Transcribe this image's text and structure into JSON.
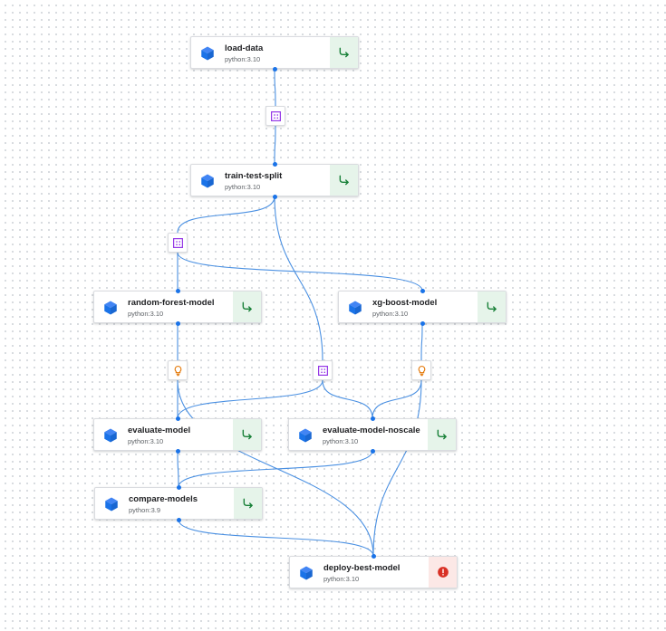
{
  "colors": {
    "edge": "#4a90e2",
    "accent": "#1a73e8",
    "success": "#188038",
    "success_bg": "#e6f4ea",
    "error": "#d93025",
    "error_bg": "#fce8e6",
    "dataset_icon": "#9334e6",
    "metrics_icon": "#e37400"
  },
  "nodes": [
    {
      "key": "load_data",
      "title": "load-data",
      "subtitle": "python:3.10",
      "status": "succeeded",
      "status_icon": "success-arrow-icon"
    },
    {
      "key": "train_test_split",
      "title": "train-test-split",
      "subtitle": "python:3.10",
      "status": "succeeded",
      "status_icon": "success-arrow-icon"
    },
    {
      "key": "random_forest_model",
      "title": "random-forest-model",
      "subtitle": "python:3.10",
      "status": "succeeded",
      "status_icon": "success-arrow-icon"
    },
    {
      "key": "xg_boost_model",
      "title": "xg-boost-model",
      "subtitle": "python:3.10",
      "status": "succeeded",
      "status_icon": "success-arrow-icon"
    },
    {
      "key": "evaluate_model",
      "title": "evaluate-model",
      "subtitle": "python:3.10",
      "status": "succeeded",
      "status_icon": "success-arrow-icon"
    },
    {
      "key": "evaluate_model_noscale",
      "title": "evaluate-model-noscale",
      "subtitle": "python:3.10",
      "status": "succeeded",
      "status_icon": "success-arrow-icon"
    },
    {
      "key": "compare_models",
      "title": "compare-models",
      "subtitle": "python:3.9",
      "status": "succeeded",
      "status_icon": "success-arrow-icon"
    },
    {
      "key": "deploy_best_model",
      "title": "deploy-best-model",
      "subtitle": "python:3.10",
      "status": "failed",
      "status_icon": "error-icon"
    }
  ],
  "artifacts": [
    {
      "key": "dataset_1",
      "kind": "dataset",
      "icon": "dataset-grid-icon"
    },
    {
      "key": "dataset_2",
      "kind": "dataset",
      "icon": "dataset-grid-icon"
    },
    {
      "key": "dataset_3",
      "kind": "dataset",
      "icon": "dataset-grid-icon"
    },
    {
      "key": "model_1",
      "kind": "model",
      "icon": "lightbulb-icon"
    },
    {
      "key": "model_2",
      "kind": "model",
      "icon": "lightbulb-icon"
    }
  ],
  "edges": [
    {
      "from": "load_data",
      "to": "dataset_1"
    },
    {
      "from": "dataset_1",
      "to": "train_test_split"
    },
    {
      "from": "train_test_split",
      "to": "dataset_2"
    },
    {
      "from": "train_test_split",
      "to": "dataset_3"
    },
    {
      "from": "dataset_2",
      "to": "random_forest_model"
    },
    {
      "from": "dataset_2",
      "to": "xg_boost_model"
    },
    {
      "from": "random_forest_model",
      "to": "model_1"
    },
    {
      "from": "xg_boost_model",
      "to": "model_2"
    },
    {
      "from": "model_1",
      "to": "evaluate_model"
    },
    {
      "from": "dataset_3",
      "to": "evaluate_model"
    },
    {
      "from": "dataset_3",
      "to": "evaluate_model_noscale"
    },
    {
      "from": "model_2",
      "to": "evaluate_model_noscale"
    },
    {
      "from": "evaluate_model",
      "to": "compare_models"
    },
    {
      "from": "evaluate_model_noscale",
      "to": "compare_models"
    },
    {
      "from": "compare_models",
      "to": "deploy_best_model"
    },
    {
      "from": "model_1",
      "to": "deploy_best_model"
    },
    {
      "from": "model_2",
      "to": "deploy_best_model"
    }
  ]
}
